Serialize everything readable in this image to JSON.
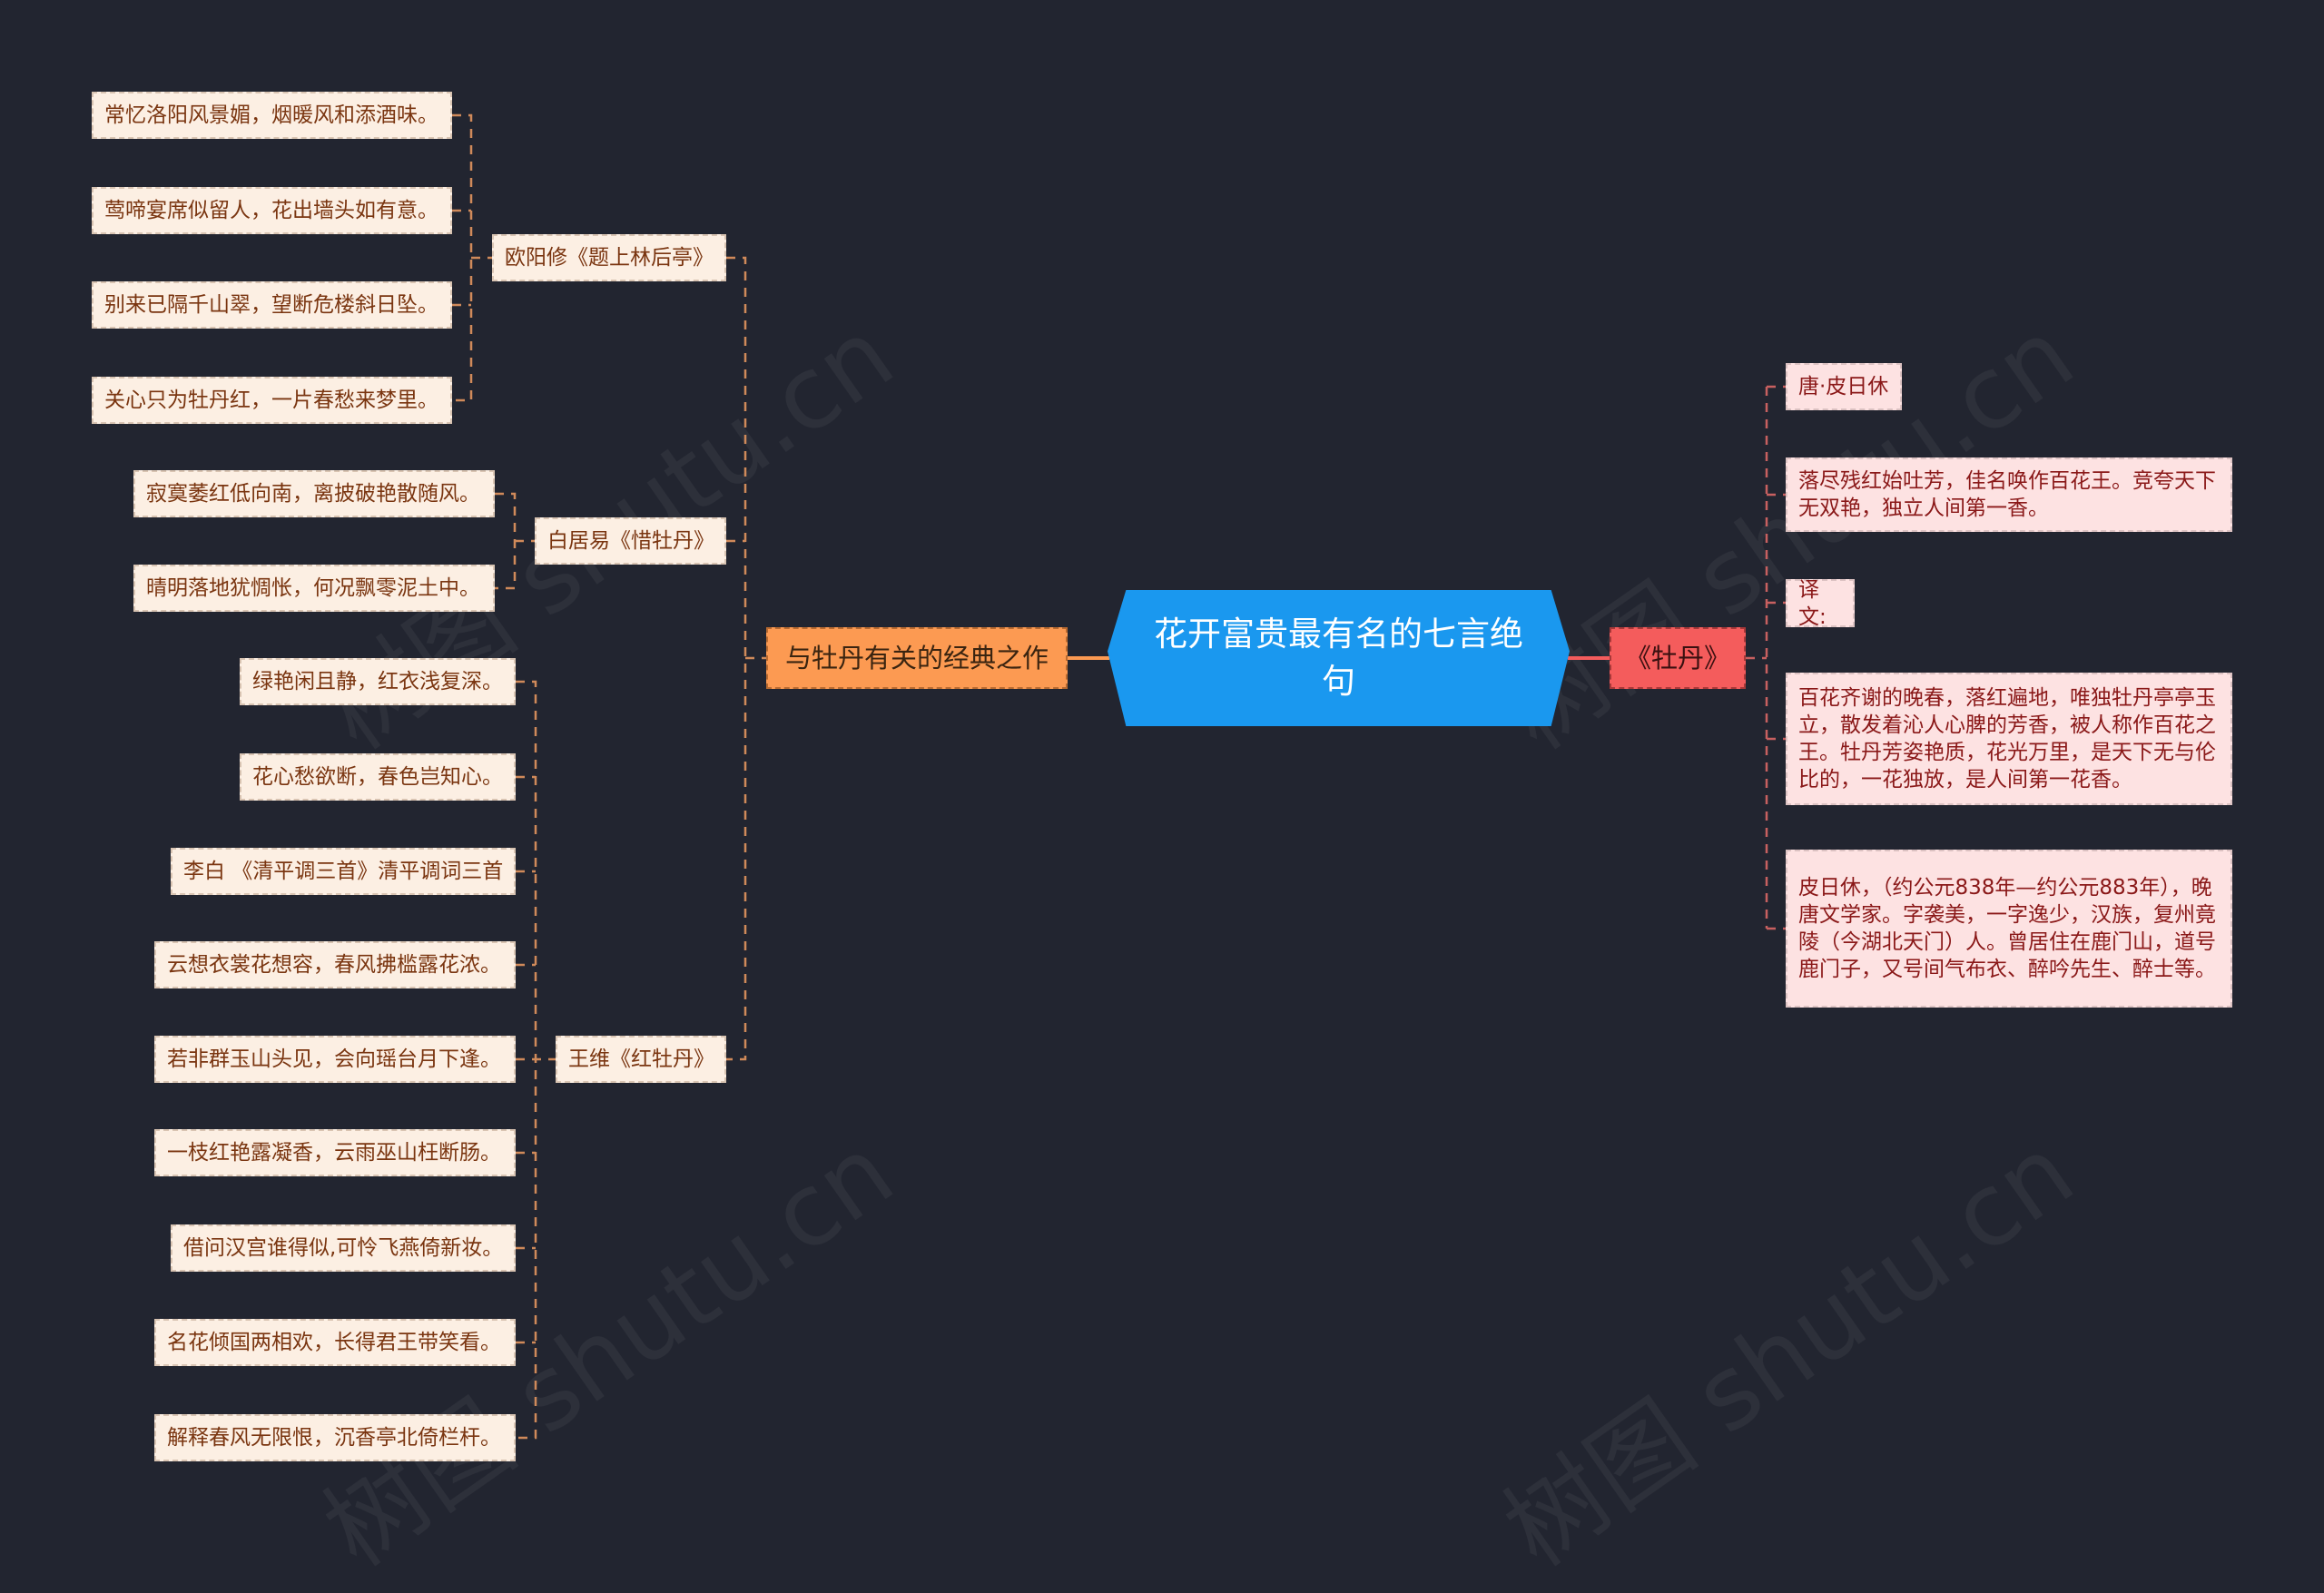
{
  "center": "花开富贵最有名的七言绝句",
  "left_branch": {
    "label": "与牡丹有关的经典之作",
    "groups": [
      {
        "title": "欧阳修《题上林后亭》",
        "lines": [
          "常忆洛阳风景媚，烟暖风和添酒味。",
          "莺啼宴席似留人，花出墙头如有意。",
          "别来已隔千山翠，望断危楼斜日坠。",
          "关心只为牡丹红，一片春愁来梦里。"
        ]
      },
      {
        "title": "白居易《惜牡丹》",
        "lines": [
          "寂寞萎红低向南，离披破艳散随风。",
          "晴明落地犹惆怅，何况飘零泥土中。"
        ]
      },
      {
        "title": "王维《红牡丹》",
        "lines": [
          "绿艳闲且静，红衣浅复深。",
          "花心愁欲断，春色岂知心。",
          "李白 《清平调三首》清平调词三首",
          "云想衣裳花想容，春风拂槛露花浓。",
          "若非群玉山头见，会向瑶台月下逢。",
          "一枝红艳露凝香，云雨巫山枉断肠。",
          "借问汉宫谁得似,可怜飞燕倚新妆。",
          "名花倾国两相欢，长得君王带笑看。",
          "解释春风无限恨，沉香亭北倚栏杆。"
        ]
      }
    ]
  },
  "right_branch": {
    "label": "《牡丹》",
    "items": [
      "唐·皮日休",
      "落尽残红始吐芳，佳名唤作百花王。竞夸天下无双艳，独立人间第一香。",
      "译文:",
      "百花齐谢的晚春，落红遍地，唯独牡丹亭亭玉立，散发着沁人心脾的芳香，被人称作百花之王。牡丹芳姿艳质，花光万里，是天下无与伦比的，一花独放，是人间第一花香。",
      "皮日休，（约公元838年—约公元883年），晚唐文学家。字袭美，一字逸少，汉族，复州竟陵（今湖北天门）人。曾居住在鹿门山，道号鹿门子，又号间气布衣、醉吟先生、醉士等。"
    ]
  },
  "watermark": "树图 shutu.cn",
  "colors": {
    "background": "#222530",
    "center": "#1a98ef",
    "left_branch": "#fc9a52",
    "right_branch": "#f45c5c",
    "leaf": "#fcefe3",
    "right_leaf": "#fde2e2"
  }
}
